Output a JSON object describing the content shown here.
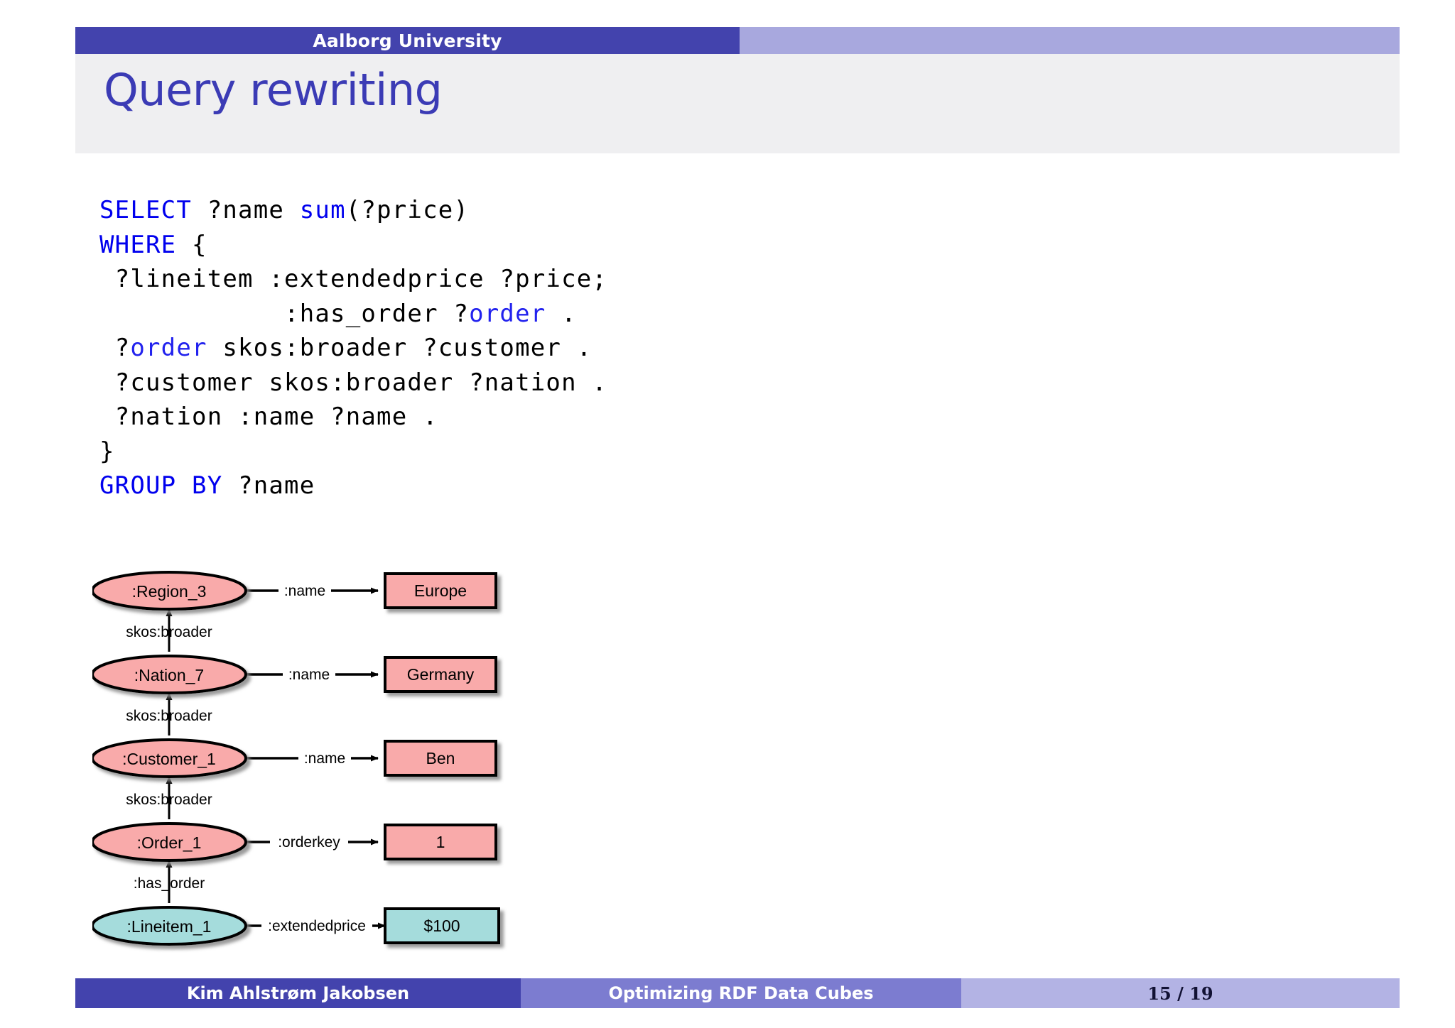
{
  "header": {
    "institution": "Aalborg University"
  },
  "slide": {
    "title": "Query rewriting"
  },
  "code": {
    "lines": [
      [
        {
          "t": "SELECT",
          "c": "kw"
        },
        {
          "t": " ?name ",
          "c": "plain"
        },
        {
          "t": "sum",
          "c": "kw"
        },
        {
          "t": "(?price)",
          "c": "plain"
        }
      ],
      [
        {
          "t": "WHERE",
          "c": "kw"
        },
        {
          "t": " {",
          "c": "plain"
        }
      ],
      [
        {
          "t": " ?lineitem :extendedprice ?price;",
          "c": "plain"
        }
      ],
      [
        {
          "t": "            :has_order ?",
          "c": "plain"
        },
        {
          "t": "order",
          "c": "hl"
        },
        {
          "t": " .",
          "c": "plain"
        }
      ],
      [
        {
          "t": " ?",
          "c": "plain"
        },
        {
          "t": "order",
          "c": "hl"
        },
        {
          "t": " skos:broader ?customer .",
          "c": "plain"
        }
      ],
      [
        {
          "t": " ?customer skos:broader ?nation .",
          "c": "plain"
        }
      ],
      [
        {
          "t": " ?nation :name ?name .",
          "c": "plain"
        }
      ],
      [
        {
          "t": "}",
          "c": "plain"
        }
      ],
      [
        {
          "t": "GROUP BY",
          "c": "kw"
        },
        {
          "t": " ?name",
          "c": "plain"
        }
      ]
    ]
  },
  "graph": {
    "type": "rdf-graph",
    "nodes": [
      {
        "id": "region",
        "label": ":Region_3",
        "shape": "ellipse",
        "fill": "#f9aaaa"
      },
      {
        "id": "nation",
        "label": ":Nation_7",
        "shape": "ellipse",
        "fill": "#f9aaaa"
      },
      {
        "id": "customer",
        "label": ":Customer_1",
        "shape": "ellipse",
        "fill": "#f9aaaa"
      },
      {
        "id": "order",
        "label": ":Order_1",
        "shape": "ellipse",
        "fill": "#f9aaaa"
      },
      {
        "id": "lineitem",
        "label": ":Lineitem_1",
        "shape": "ellipse",
        "fill": "#a5dcdc"
      },
      {
        "id": "europe",
        "label": "Europe",
        "shape": "box",
        "fill": "#f9aaaa"
      },
      {
        "id": "germany",
        "label": "Germany",
        "shape": "box",
        "fill": "#f9aaaa"
      },
      {
        "id": "ben",
        "label": "Ben",
        "shape": "box",
        "fill": "#f9aaaa"
      },
      {
        "id": "one",
        "label": "1",
        "shape": "box",
        "fill": "#f9aaaa"
      },
      {
        "id": "hundred",
        "label": "$100",
        "shape": "box",
        "fill": "#a5dcdc"
      }
    ],
    "edges": [
      {
        "from": "region",
        "to": "europe",
        "label": ":name"
      },
      {
        "from": "nation",
        "to": "region",
        "label": "skos:broader"
      },
      {
        "from": "nation",
        "to": "germany",
        "label": ":name"
      },
      {
        "from": "customer",
        "to": "nation",
        "label": "skos:broader"
      },
      {
        "from": "customer",
        "to": "ben",
        "label": ":name"
      },
      {
        "from": "order",
        "to": "customer",
        "label": "skos:broader"
      },
      {
        "from": "order",
        "to": "one",
        "label": ":orderkey"
      },
      {
        "from": "lineitem",
        "to": "order",
        "label": ":has_order"
      },
      {
        "from": "lineitem",
        "to": "hundred",
        "label": ":extendedprice"
      }
    ],
    "edge_labels": {
      "name": ":name",
      "skos_broader": "skos:broader",
      "orderkey": ":orderkey",
      "has_order": ":has_order",
      "extendedprice": ":extendedprice"
    }
  },
  "footer": {
    "author": "Kim Ahlstrøm Jakobsen",
    "paper": "Optimizing RDF Data Cubes",
    "page": "15 / 19"
  },
  "colors": {
    "accent_dark": "#4343ad",
    "accent_mid": "#7c7cd0",
    "accent_light": "#b3b3e4",
    "title_blue": "#3b3bb5",
    "code_keyword": "#0000ee",
    "node_pink": "#f9aaaa",
    "node_teal": "#a5dcdc"
  }
}
